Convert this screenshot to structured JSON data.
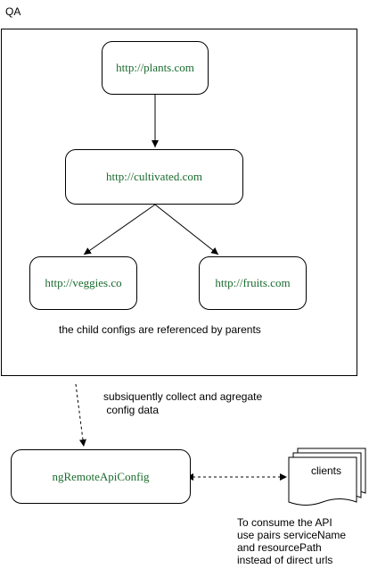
{
  "environment_label": "QA",
  "nodes": {
    "plants": "http://plants.com",
    "cultivated": "http://cultivated.com",
    "veggies": "http://veggies.co",
    "fruits": "http://fruits.com",
    "config": "ngRemoteApiConfig",
    "clients": "clients"
  },
  "annotations": {
    "child_configs": "the child configs are referenced by parents",
    "collect_line1": "subsiquently collect and agregate",
    "collect_line2": " config data",
    "consume_line1": "To consume the API",
    "consume_line2": "use pairs serviceName",
    "consume_line3": "and resourcePath",
    "consume_line4": "instead of direct urls"
  },
  "colors": {
    "node_text": "#1a6b2e",
    "stroke": "#000000",
    "background": "#ffffff"
  }
}
